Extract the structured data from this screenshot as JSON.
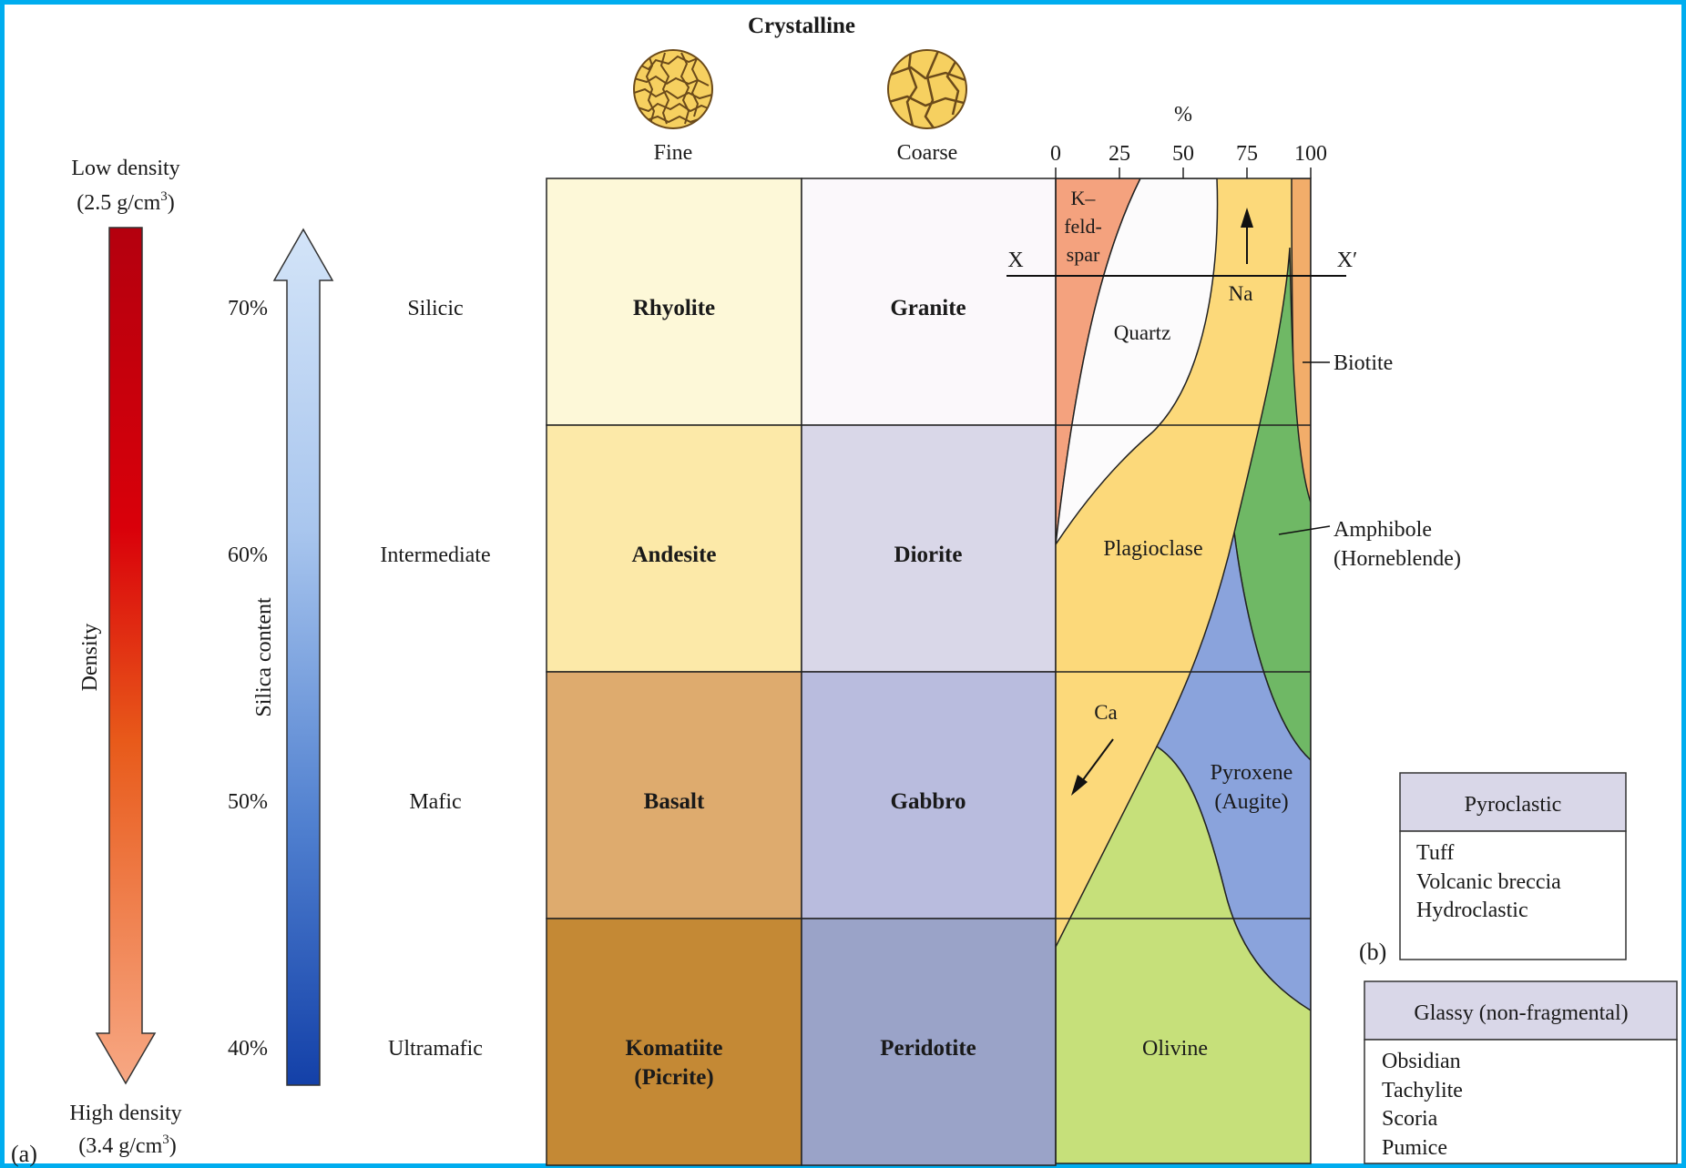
{
  "panel_a_label": "(a)",
  "panel_b_label": "(b)",
  "density": {
    "top_label": "Low density",
    "top_value": "(2.5 g/cm",
    "top_exp": "3",
    "top_close": ")",
    "axis_label": "Density",
    "bottom_label": "High density",
    "bottom_value": "(3.4 g/cm",
    "bottom_exp": "3",
    "bottom_close": ")"
  },
  "silica": {
    "axis_label": "Silica content",
    "ticks": [
      "70%",
      "60%",
      "50%",
      "40%"
    ]
  },
  "classes": [
    "Silicic",
    "Intermediate",
    "Mafic",
    "Ultramafic"
  ],
  "crystalline": {
    "title": "Crystalline",
    "fine_label": "Fine",
    "coarse_label": "Coarse"
  },
  "rocks": {
    "fine": [
      "Rhyolite",
      "Andesite",
      "Basalt",
      "Komatiite",
      "(Picrite)"
    ],
    "coarse": [
      "Granite",
      "Diorite",
      "Gabbro",
      "Peridotite"
    ]
  },
  "colors": {
    "fine": [
      "#fdf8d8",
      "#fce9a8",
      "#deab6e",
      "#c48935"
    ],
    "coarse": [
      "#fbf8fb",
      "#d9d7e8",
      "#b9bcde",
      "#9aa3c8"
    ],
    "frame": "#00adef",
    "kfeldspar": "#f4a27e",
    "quartz": "#fcfbfc",
    "plagioclase": "#fcd97a",
    "biotite": "#f2ad6a",
    "amphibole": "#6fb865",
    "pyroxene": "#8aa3dc",
    "olivine": "#c6e07a",
    "density_top": "#b4000e",
    "density_bottom": "#f7a884",
    "silica_top": "#d3e4f8",
    "silica_bottom": "#1340a8"
  },
  "percent_axis": {
    "title": "%",
    "ticks": [
      "0",
      "25",
      "50",
      "75",
      "100"
    ]
  },
  "minerals": {
    "kfeldspar": [
      "K–",
      "feld-",
      "spar"
    ],
    "quartz": "Quartz",
    "na": "Na",
    "ca": "Ca",
    "biotite": "Biotite",
    "plagioclase": "Plagioclase",
    "amphibole": [
      "Amphibole",
      "(Horneblende)"
    ],
    "pyroxene": [
      "Pyroxene",
      "(Augite)"
    ],
    "olivine": "Olivine",
    "section_x": "X",
    "section_x_prime": "X′"
  },
  "pyroclastic": {
    "title": "Pyroclastic",
    "items": [
      "Tuff",
      "Volcanic breccia",
      "Hydroclastic"
    ]
  },
  "glassy": {
    "title": "Glassy (non-fragmental)",
    "items": [
      "Obsidian",
      "Tachylite",
      "Scoria",
      "Pumice"
    ]
  }
}
